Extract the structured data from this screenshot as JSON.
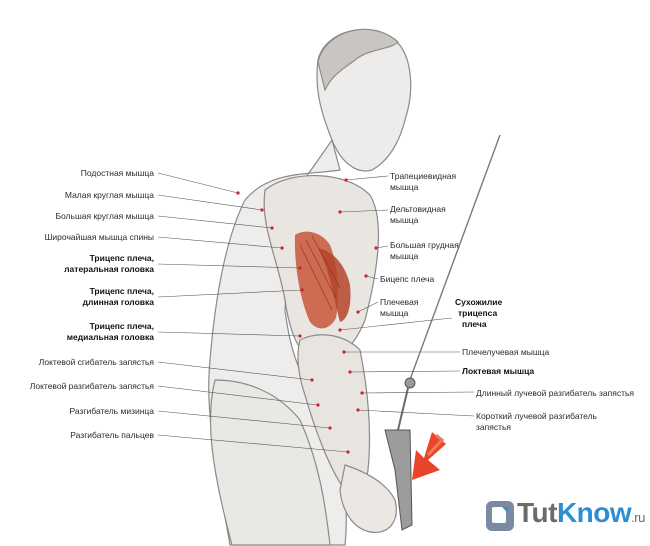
{
  "labels_left": [
    {
      "text": "Подостная мышца",
      "bold": false
    },
    {
      "text": "Малая круглая мышца",
      "bold": false
    },
    {
      "text": "Большая круглая мышца",
      "bold": false
    },
    {
      "text": "Широчайшая мышца спины",
      "bold": false
    },
    {
      "text": "Трицепс плеча,",
      "bold": true
    },
    {
      "text": "латеральная головка",
      "bold": true
    },
    {
      "text": "Трицепс плеча,",
      "bold": true
    },
    {
      "text": "длинная головка",
      "bold": true
    },
    {
      "text": "Трицепс плеча,",
      "bold": true
    },
    {
      "text": "медиальная головка",
      "bold": true
    },
    {
      "text": "Локтевой сгибатель запястья",
      "bold": false
    },
    {
      "text": "Локтевой разгибатель запястья",
      "bold": false
    },
    {
      "text": "Разгибатель мизинца",
      "bold": false
    },
    {
      "text": "Разгибатель пальцев",
      "bold": false
    }
  ],
  "labels_right": [
    {
      "text": "Трапециевидная",
      "bold": false
    },
    {
      "text": "мышца",
      "bold": false
    },
    {
      "text": "Дельтовидная",
      "bold": false
    },
    {
      "text": "мышца",
      "bold": false
    },
    {
      "text": "Большая грудная",
      "bold": false
    },
    {
      "text": "мышца",
      "bold": false
    },
    {
      "text": "Бицепс плеча",
      "bold": false
    },
    {
      "text": "Плечевая",
      "bold": false
    },
    {
      "text": "мышца",
      "bold": false
    },
    {
      "text": "Сухожилие",
      "bold": true
    },
    {
      "text": "трицепса",
      "bold": true
    },
    {
      "text": "плеча",
      "bold": true
    },
    {
      "text": "Плечелучевая мышца",
      "bold": false
    },
    {
      "text": "Локтевая мышца",
      "bold": true
    },
    {
      "text": "Длинный лучевой разгибатель запястья",
      "bold": false
    },
    {
      "text": "Короткий лучевой разгибатель",
      "bold": false
    },
    {
      "text": "запястья",
      "bold": false
    }
  ],
  "logo": {
    "part1": "Tut",
    "part2": "Know",
    "part3": ".ru"
  },
  "colors": {
    "muscle_highlight": "#c8553a",
    "pointer_dot": "#d0202a",
    "arrow": "#e8452a",
    "line": "#555555"
  }
}
